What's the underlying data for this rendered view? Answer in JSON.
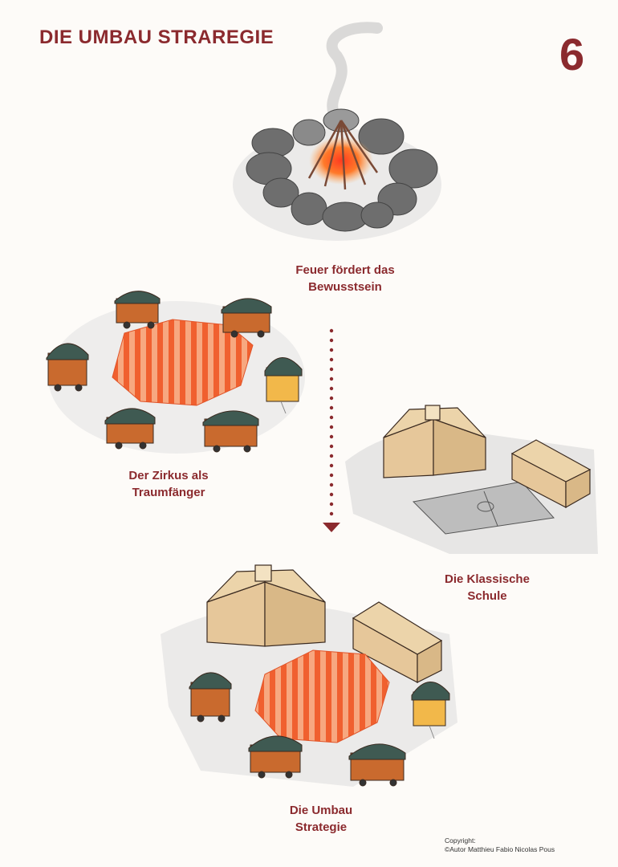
{
  "header": {
    "title": "DIE UMBAU STRAREGIE",
    "page_number": "6"
  },
  "captions": {
    "fire_line1": "Feuer fördert das",
    "fire_line2": "Bewusstsein",
    "circus_line1": "Der Zirkus als",
    "circus_line2": "Traumfänger",
    "school_line1": "Die Klassische",
    "school_line2": "Schule",
    "umbau_line1": "Die Umbau",
    "umbau_line2": "Strategie"
  },
  "copyright": {
    "line1": "Copyright:",
    "line2": "©Autor Matthieu Fabio Nicolas Pous"
  },
  "colors": {
    "accent": "#8b2a2e",
    "tent_orange": "#f26b3a",
    "tent_light": "#f9b48c",
    "wagon_roof": "#3f5a52",
    "wagon_body": "#c96a2e",
    "building": "#e6c79a",
    "stone": "#6b6b6b"
  }
}
